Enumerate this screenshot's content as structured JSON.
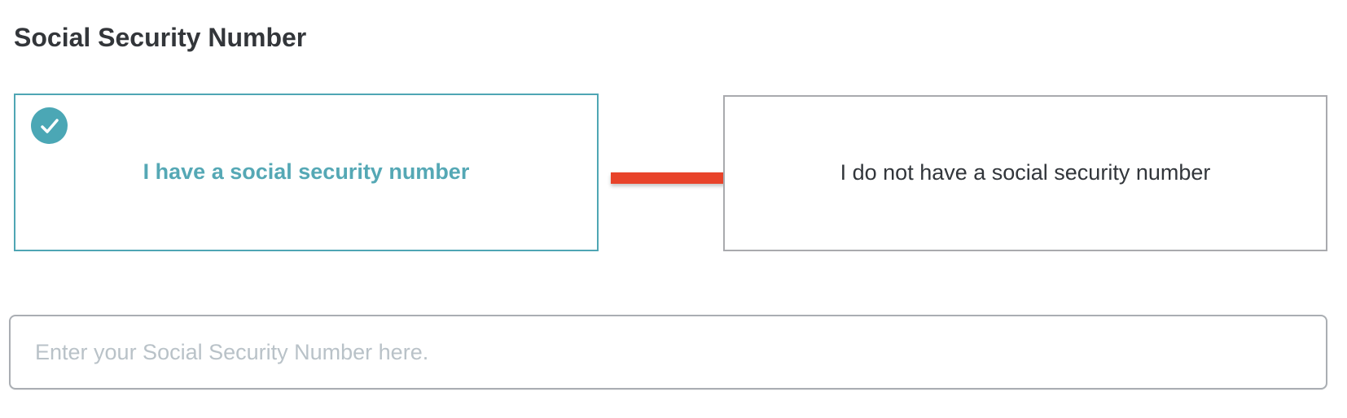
{
  "page": {
    "title": "Social Security Number"
  },
  "options": [
    {
      "id": "have-ssn",
      "label": "I have a social security number",
      "selected": true
    },
    {
      "id": "no-ssn",
      "label": "I do not have a social security number",
      "selected": false
    }
  ],
  "ssn_input": {
    "value": "",
    "placeholder": "Enter your Social Security Number here."
  },
  "icons": {
    "checkmark": "check-mark",
    "arrow": "arrow-pointing-right"
  },
  "colors": {
    "teal_accent": "#4ba7b5",
    "teal_text": "#55a8b5",
    "arrow_red": "#e8432a",
    "title_text": "#33363a",
    "body_text": "#32363b",
    "gray_border": "#a9aaae",
    "input_border": "#aaaeb3",
    "placeholder_text": "#b9c2c8"
  }
}
